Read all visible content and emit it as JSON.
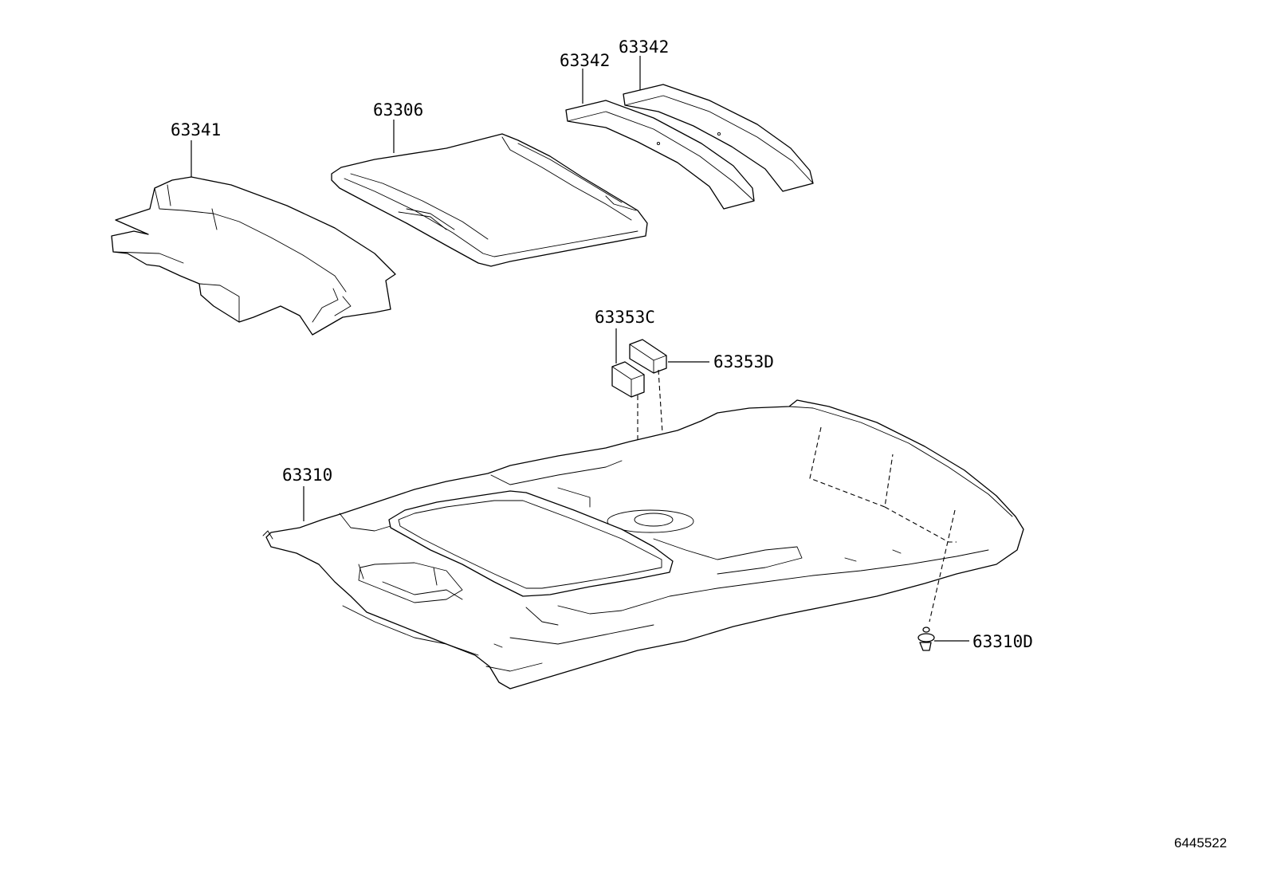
{
  "diagram": {
    "labels": {
      "p63341": "63341",
      "p63306": "63306",
      "p63342_a": "63342",
      "p63342_b": "63342",
      "p63353C": "63353C",
      "p63353D": "63353D",
      "p63310": "63310",
      "p63310D": "63310D"
    },
    "diagram_id": "6445522"
  }
}
